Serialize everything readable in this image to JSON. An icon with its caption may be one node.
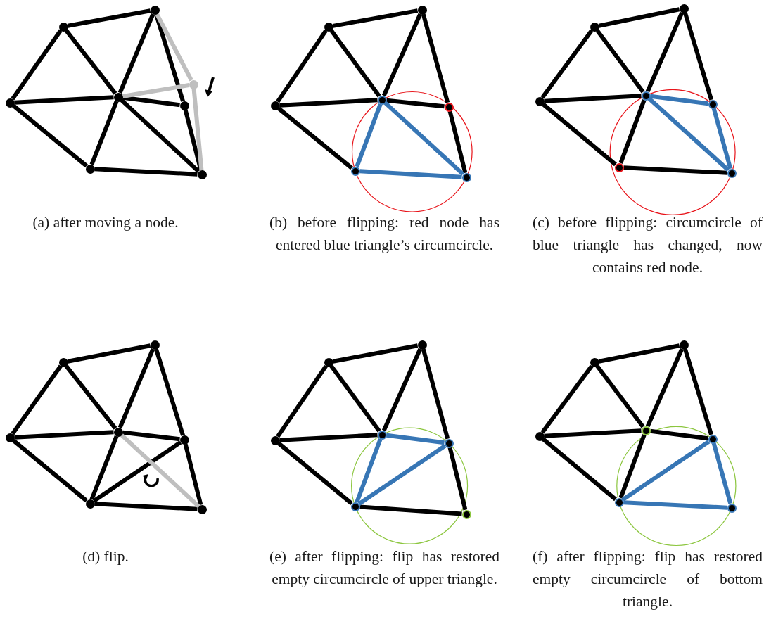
{
  "diagram": {
    "nodes": [
      {
        "text": [],
        "shape": "circle"
      },
      {
        "text": [],
        "shape": "circle"
      },
      {
        "text": [],
        "shape": "circle"
      },
      {
        "text": [],
        "shape": "circle"
      },
      {
        "text": [],
        "shape": "circle"
      },
      {
        "text": [],
        "shape": "circle"
      },
      {
        "text": [],
        "shape": "circle"
      },
      {
        "text": [],
        "shape": "circle"
      },
      {
        "text": [],
        "shape": "circle"
      },
      {
        "text": [],
        "shape": "circle"
      },
      {
        "text": [],
        "shape": "circle"
      },
      {
        "text": [],
        "shape": "circle"
      },
      {
        "text": [],
        "shape": "circle"
      },
      {
        "text": [],
        "shape": "circle"
      },
      {
        "text": [],
        "shape": "circle"
      },
      {
        "text": [],
        "shape": "circle"
      },
      {
        "text": [],
        "shape": "circle"
      },
      {
        "text": [],
        "shape": "circle"
      },
      {
        "text": [],
        "shape": "circle"
      },
      {
        "text": [],
        "shape": "circle"
      },
      {
        "text": [],
        "shape": "circle"
      },
      {
        "text": [],
        "shape": "circle"
      },
      {
        "text": [],
        "shape": "circle"
      },
      {
        "text": [],
        "shape": "circle"
      },
      {
        "text": [],
        "shape": "circle"
      },
      {
        "text": [],
        "shape": "circle"
      },
      {
        "text": [],
        "shape": "circle"
      },
      {
        "text": [],
        "shape": "circle"
      },
      {
        "text": [],
        "shape": "circle"
      },
      {
        "text": [],
        "shape": "circle"
      },
      {
        "text": [],
        "shape": "circle"
      },
      {
        "text": [],
        "shape": "circle"
      },
      {
        "text": [],
        "shape": "circle"
      },
      {
        "text": [],
        "shape": "circle"
      },
      {
        "text": [],
        "shape": "circle"
      },
      {
        "text": [],
        "shape": "circle"
      },
      {
        "text": [],
        "shape": "circle"
      },
      {
        "text": [],
        "shape": "circle"
      },
      {
        "text": [],
        "shape": "circle"
      },
      {
        "text": [],
        "shape": "circle"
      },
      {
        "text": [],
        "shape": "circle"
      },
      {
        "text": [],
        "shape": "circle"
      },
      {
        "text": [],
        "shape": "circle"
      }
    ],
    "edges": [
      {
        "from": 0,
        "to": 1,
        "arrow": "none"
      },
      {
        "from": 0,
        "to": 2,
        "arrow": "none"
      },
      {
        "from": 0,
        "to": 3,
        "arrow": "none"
      },
      {
        "from": 1,
        "to": 3,
        "arrow": "none"
      },
      {
        "from": 1,
        "to": 4,
        "arrow": "none"
      },
      {
        "from": 2,
        "to": 3,
        "arrow": "none"
      },
      {
        "from": 2,
        "to": 5,
        "arrow": "none"
      },
      {
        "from": 3,
        "to": 5,
        "arrow": "none"
      },
      {
        "from": 3,
        "to": 4,
        "arrow": "none"
      },
      {
        "from": 4,
        "to": 6,
        "arrow": "none"
      },
      {
        "from": 3,
        "to": 6,
        "arrow": "none"
      },
      {
        "from": 5,
        "to": 6,
        "arrow": "none"
      },
      {
        "from": 1,
        "to": 7,
        "arrow": "none",
        "color": "#bfbfbf"
      },
      {
        "from": 3,
        "to": 7,
        "arrow": "none",
        "color": "#bfbfbf"
      },
      {
        "from": 7,
        "to": 6,
        "arrow": "none",
        "color": "#bfbfbf"
      },
      {
        "from": 8,
        "to": 9,
        "arrow": "none"
      },
      {
        "from": 8,
        "to": 10,
        "arrow": "none"
      },
      {
        "from": 8,
        "to": 11,
        "arrow": "none"
      },
      {
        "from": 9,
        "to": 11,
        "arrow": "none"
      },
      {
        "from": 9,
        "to": 12,
        "arrow": "none"
      },
      {
        "from": 10,
        "to": 11,
        "arrow": "none"
      },
      {
        "from": 10,
        "to": 13,
        "arrow": "none"
      },
      {
        "from": 11,
        "to": 12,
        "arrow": "none"
      },
      {
        "from": 12,
        "to": 14,
        "arrow": "none"
      },
      {
        "from": 11,
        "to": 13,
        "arrow": "none",
        "color": "#3776b5"
      },
      {
        "from": 11,
        "to": 14,
        "arrow": "none",
        "color": "#3776b5"
      },
      {
        "from": 13,
        "to": 14,
        "arrow": "none",
        "color": "#3776b5"
      },
      {
        "from": 15,
        "to": 16,
        "arrow": "none"
      },
      {
        "from": 15,
        "to": 17,
        "arrow": "none"
      },
      {
        "from": 15,
        "to": 18,
        "arrow": "none"
      },
      {
        "from": 16,
        "to": 18,
        "arrow": "none"
      },
      {
        "from": 16,
        "to": 19,
        "arrow": "none"
      },
      {
        "from": 17,
        "to": 18,
        "arrow": "none"
      },
      {
        "from": 17,
        "to": 20,
        "arrow": "none"
      },
      {
        "from": 18,
        "to": 20,
        "arrow": "none"
      },
      {
        "from": 20,
        "to": 21,
        "arrow": "none"
      },
      {
        "from": 18,
        "to": 19,
        "arrow": "none",
        "color": "#3776b5"
      },
      {
        "from": 19,
        "to": 21,
        "arrow": "none",
        "color": "#3776b5"
      },
      {
        "from": 18,
        "to": 21,
        "arrow": "none",
        "color": "#3776b5"
      },
      {
        "from": 22,
        "to": 23,
        "arrow": "none"
      },
      {
        "from": 22,
        "to": 24,
        "arrow": "none"
      },
      {
        "from": 22,
        "to": 25,
        "arrow": "none"
      },
      {
        "from": 23,
        "to": 25,
        "arrow": "none"
      },
      {
        "from": 23,
        "to": 26,
        "arrow": "none"
      },
      {
        "from": 24,
        "to": 25,
        "arrow": "none"
      },
      {
        "from": 24,
        "to": 27,
        "arrow": "none"
      },
      {
        "from": 25,
        "to": 27,
        "arrow": "none"
      },
      {
        "from": 25,
        "to": 26,
        "arrow": "none"
      },
      {
        "from": 27,
        "to": 26,
        "arrow": "none"
      },
      {
        "from": 26,
        "to": 28,
        "arrow": "none"
      },
      {
        "from": 27,
        "to": 28,
        "arrow": "none"
      },
      {
        "from": 25,
        "to": 28,
        "arrow": "none",
        "color": "#bfbfbf"
      },
      {
        "from": 29,
        "to": 30,
        "arrow": "none"
      },
      {
        "from": 29,
        "to": 31,
        "arrow": "none"
      },
      {
        "from": 29,
        "to": 32,
        "arrow": "none"
      },
      {
        "from": 30,
        "to": 32,
        "arrow": "none"
      },
      {
        "from": 30,
        "to": 33,
        "arrow": "none"
      },
      {
        "from": 31,
        "to": 32,
        "arrow": "none"
      },
      {
        "from": 31,
        "to": 34,
        "arrow": "none"
      },
      {
        "from": 34,
        "to": 35,
        "arrow": "none"
      },
      {
        "from": 33,
        "to": 35,
        "arrow": "none"
      },
      {
        "from": 32,
        "to": 34,
        "arrow": "none",
        "color": "#3776b5"
      },
      {
        "from": 32,
        "to": 33,
        "arrow": "none",
        "color": "#3776b5"
      },
      {
        "from": 34,
        "to": 33,
        "arrow": "none",
        "color": "#3776b5"
      },
      {
        "from": 36,
        "to": 37,
        "arrow": "none"
      },
      {
        "from": 36,
        "to": 38,
        "arrow": "none"
      },
      {
        "from": 36,
        "to": 39,
        "arrow": "none"
      },
      {
        "from": 37,
        "to": 39,
        "arrow": "none"
      },
      {
        "from": 37,
        "to": 40,
        "arrow": "none"
      },
      {
        "from": 38,
        "to": 39,
        "arrow": "none"
      },
      {
        "from": 38,
        "to": 41,
        "arrow": "none"
      },
      {
        "from": 39,
        "to": 41,
        "arrow": "none"
      },
      {
        "from": 39,
        "to": 40,
        "arrow": "none"
      },
      {
        "from": 41,
        "to": 40,
        "arrow": "none",
        "color": "#3776b5"
      },
      {
        "from": 40,
        "to": 42,
        "arrow": "none",
        "color": "#3776b5"
      },
      {
        "from": 41,
        "to": 42,
        "arrow": "none",
        "color": "#3776b5"
      }
    ],
    "labels": [
      "(a) after moving a node.",
      "(b) before flipping: red node has entered blue triangle’s circumcircle.",
      "(c) before flipping: circumcircle of blue triangle has changed, now contains red node.",
      "(d) flip.",
      "(e) after flipping: flip has restored empty circumcircle of upper triangle.",
      "(f) after flipping: flip has restored empty circumcircle of bottom triangle."
    ]
  }
}
